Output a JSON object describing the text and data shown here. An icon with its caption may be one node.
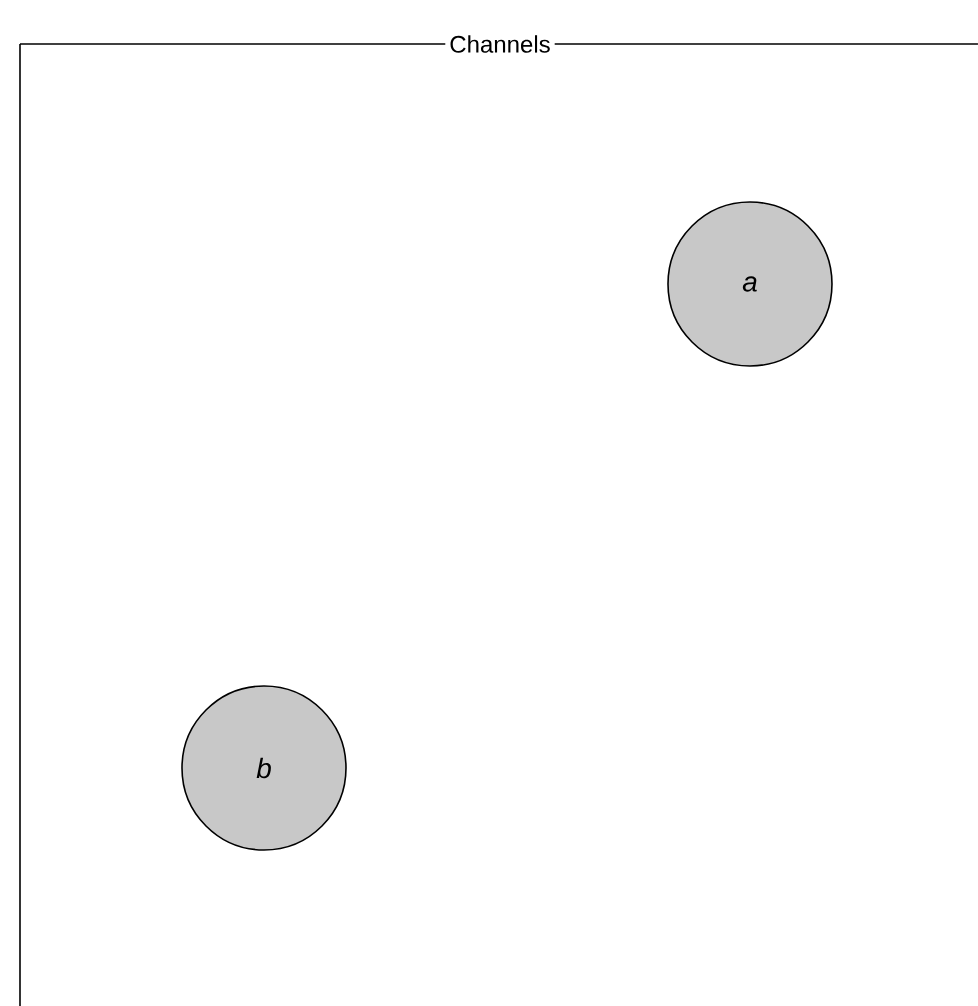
{
  "diagram": {
    "nodes": [
      {
        "text": [
          "Channels"
        ]
      },
      {
        "text": [
          "a"
        ],
        "in": 0
      },
      {
        "text": [
          "b"
        ],
        "in": 0
      }
    ]
  }
}
